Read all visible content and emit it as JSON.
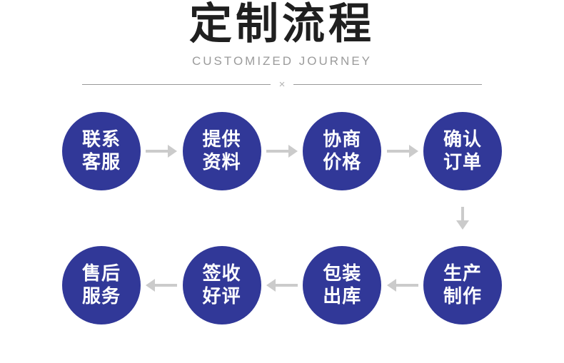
{
  "header": {
    "title": "定制流程",
    "subtitle": "CUSTOMIZED JOURNEY",
    "divider_mark": "×"
  },
  "colors": {
    "circle": "#313898",
    "arrow": "#cbcbcb",
    "title": "#1f1f1f",
    "subtitle": "#9b9b9b",
    "divider": "#999999"
  },
  "flow": {
    "top_row": [
      {
        "line1": "联系",
        "line2": "客服"
      },
      {
        "line1": "提供",
        "line2": "资料"
      },
      {
        "line1": "协商",
        "line2": "价格"
      },
      {
        "line1": "确认",
        "line2": "订单"
      }
    ],
    "bottom_row": [
      {
        "line1": "售后",
        "line2": "服务"
      },
      {
        "line1": "签收",
        "line2": "好评"
      },
      {
        "line1": "包装",
        "line2": "出库"
      },
      {
        "line1": "生产",
        "line2": "制作"
      }
    ]
  }
}
